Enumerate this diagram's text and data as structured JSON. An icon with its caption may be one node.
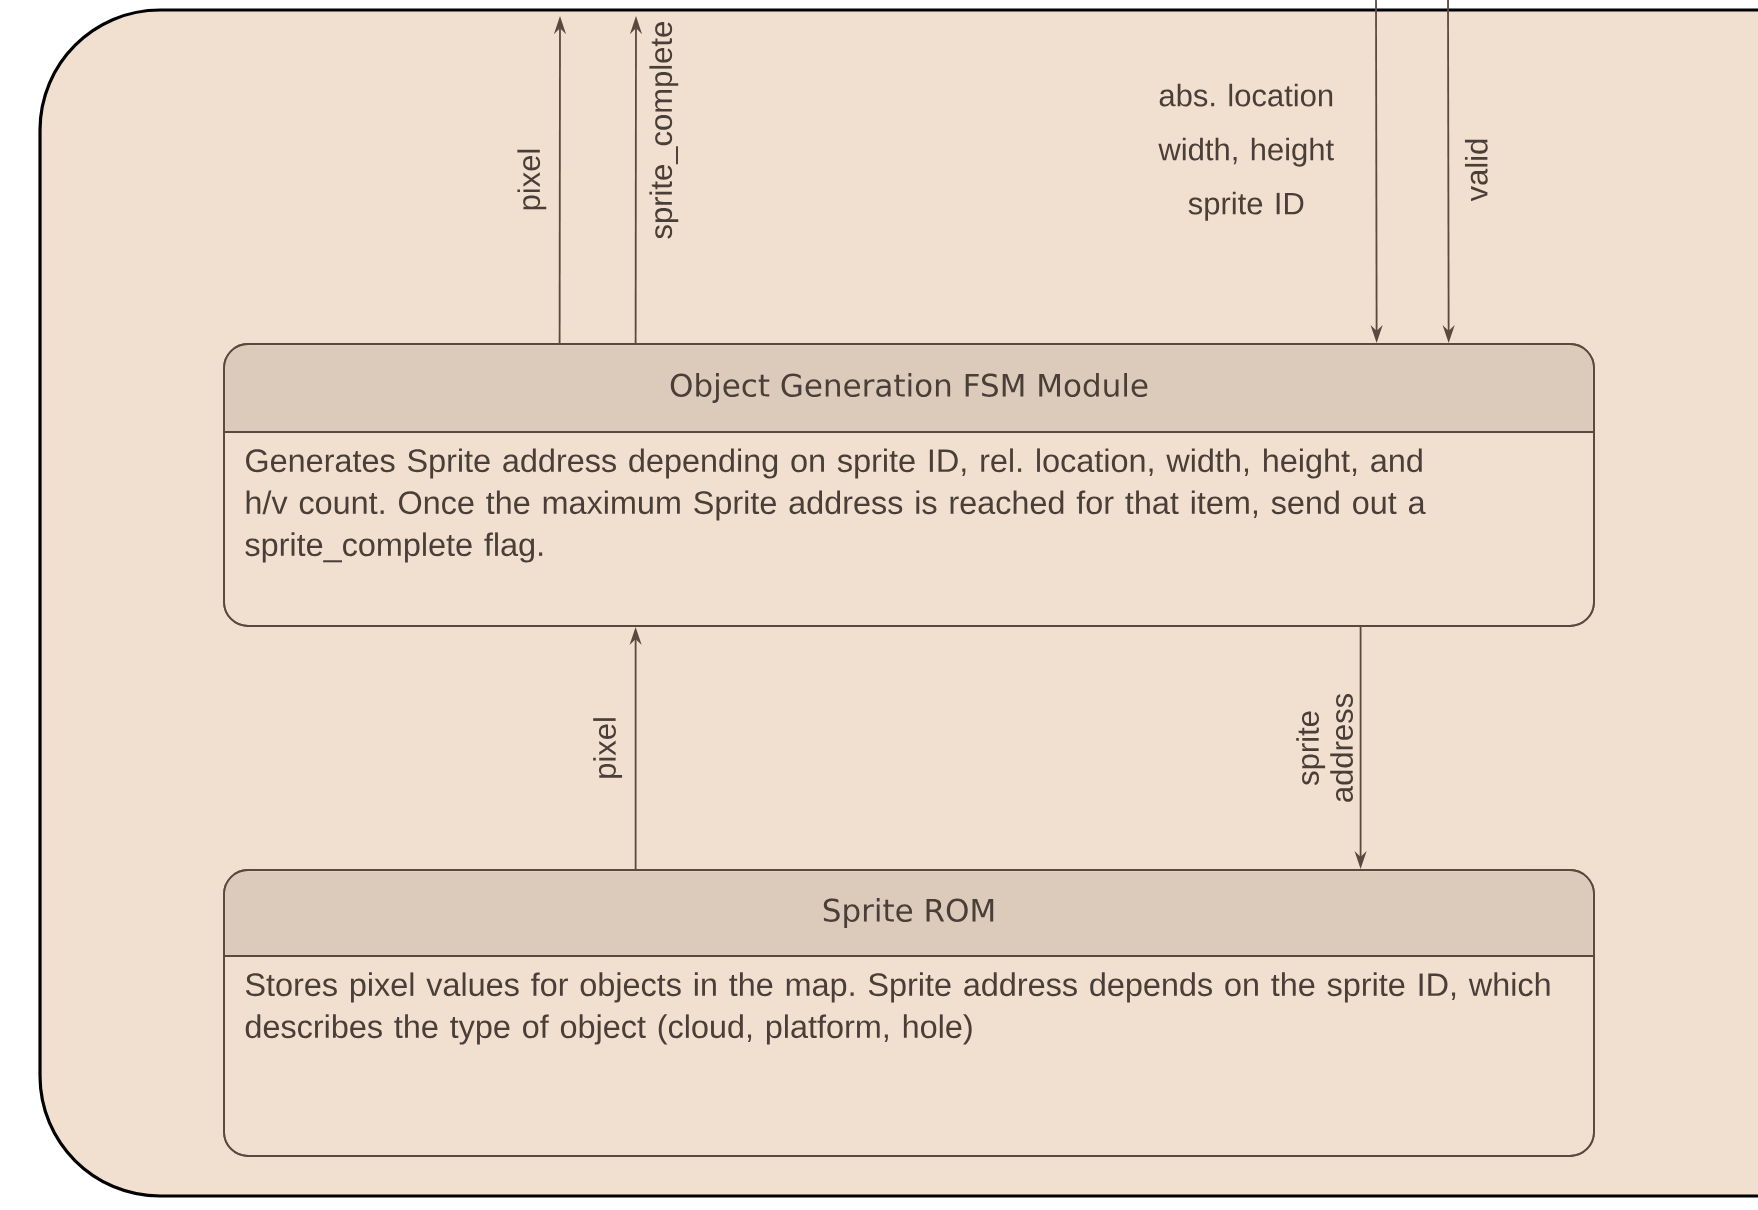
{
  "diagram": {
    "nodes": [
      {
        "text": [],
        "shape": "box"
      },
      {
        "text": [
          "Object Generation FSM Module",
          "Generates Sprite address depending on sprite ID, rel. location, width, height, and h/v count. Once the maximum Sprite address is reached for that item, send out a sprite_complete flag."
        ],
        "in": 0
      },
      {
        "text": [
          "Sprite ROM",
          "Stores pixel values for objects in the map. Sprite address depends on the sprite ID, which describes the type of object (cloud, platform, hole)"
        ],
        "in": 0
      }
    ],
    "edges": [
      {
        "from": 1,
        "to": null,
        "arrow": "to",
        "label": "pixel"
      },
      {
        "from": 1,
        "to": null,
        "arrow": "to",
        "label": "sprite_complete"
      },
      {
        "from": null,
        "to": 1,
        "arrow": "to",
        "label": "abs. location width, height sprite ID"
      },
      {
        "from": null,
        "to": 1,
        "arrow": "to",
        "label": "valid"
      },
      {
        "from": 2,
        "to": 1,
        "arrow": "to",
        "label": "pixel"
      },
      {
        "from": 1,
        "to": 2,
        "arrow": "to",
        "label": "sprite address"
      }
    ]
  }
}
